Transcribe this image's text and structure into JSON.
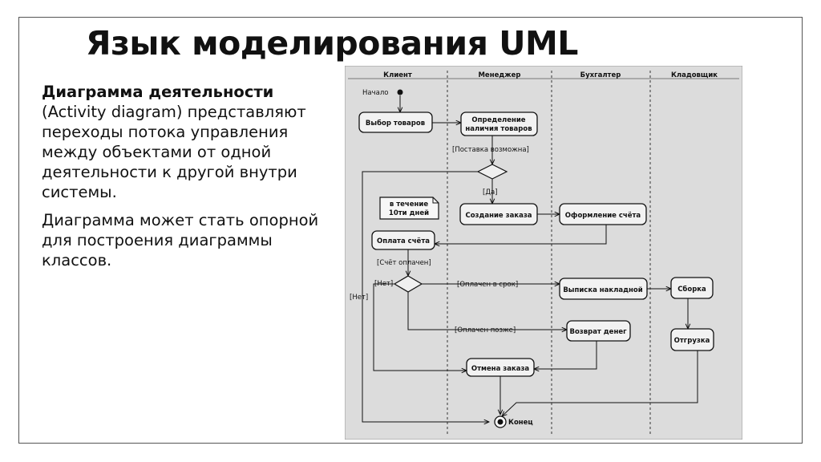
{
  "slide": {
    "title": "Язык моделирования UML",
    "para1_bold": "Диаграмма деятельности",
    "para1_rest": "(Activity diagram) представляют переходы потока управления между объектами от одной деятельности к другой внутри системы.",
    "para2": "Диаграмма может стать опорной для построения диаграммы классов."
  },
  "diagram": {
    "lanes": [
      "Клиент",
      "Менеджер",
      "Бухгалтер",
      "Кладовщик"
    ],
    "start_label": "Начало",
    "end_label": "Конец",
    "activities": {
      "select_goods": "Выбор товаров",
      "check_line1": "Определение",
      "check_line2": "наличия товаров",
      "create_order": "Создание заказа",
      "make_invoice": "Оформление счёта",
      "pay_invoice": "Оплата счёта",
      "waybill": "Выписка накладной",
      "assembly": "Сборка",
      "refund": "Возврат денег",
      "shipment": "Отгрузка",
      "cancel_order": "Отмена заказа"
    },
    "note_line1": "в течение",
    "note_line2": "10ти дней",
    "guards": {
      "delivery_possible": "[Поставка возможна]",
      "yes": "[Да]",
      "no_left": "[Нет]",
      "invoice_paid": "[Счёт оплачен]",
      "no_inner": "[Нет]",
      "paid_on_time": "[Оплачен в срок]",
      "paid_late": "[Оплачен позже]"
    }
  }
}
